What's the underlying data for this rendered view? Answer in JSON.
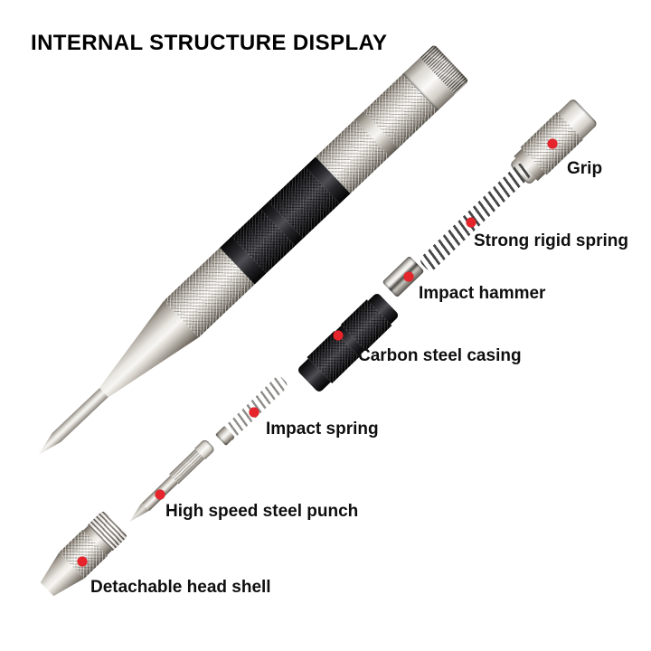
{
  "title": "INTERNAL STRUCTURE DISPLAY",
  "colors": {
    "marker": "#e5242b"
  },
  "parts": [
    {
      "name": "grip",
      "label": "Grip"
    },
    {
      "name": "strong-rigid-spring",
      "label": "Strong rigid spring"
    },
    {
      "name": "impact-hammer",
      "label": "Impact hammer"
    },
    {
      "name": "carbon-steel-casing",
      "label": "Carbon steel casing"
    },
    {
      "name": "impact-spring",
      "label": "Impact spring"
    },
    {
      "name": "high-speed-steel-punch",
      "label": "High speed steel punch"
    },
    {
      "name": "detachable-head-shell",
      "label": "Detachable head shell"
    }
  ]
}
